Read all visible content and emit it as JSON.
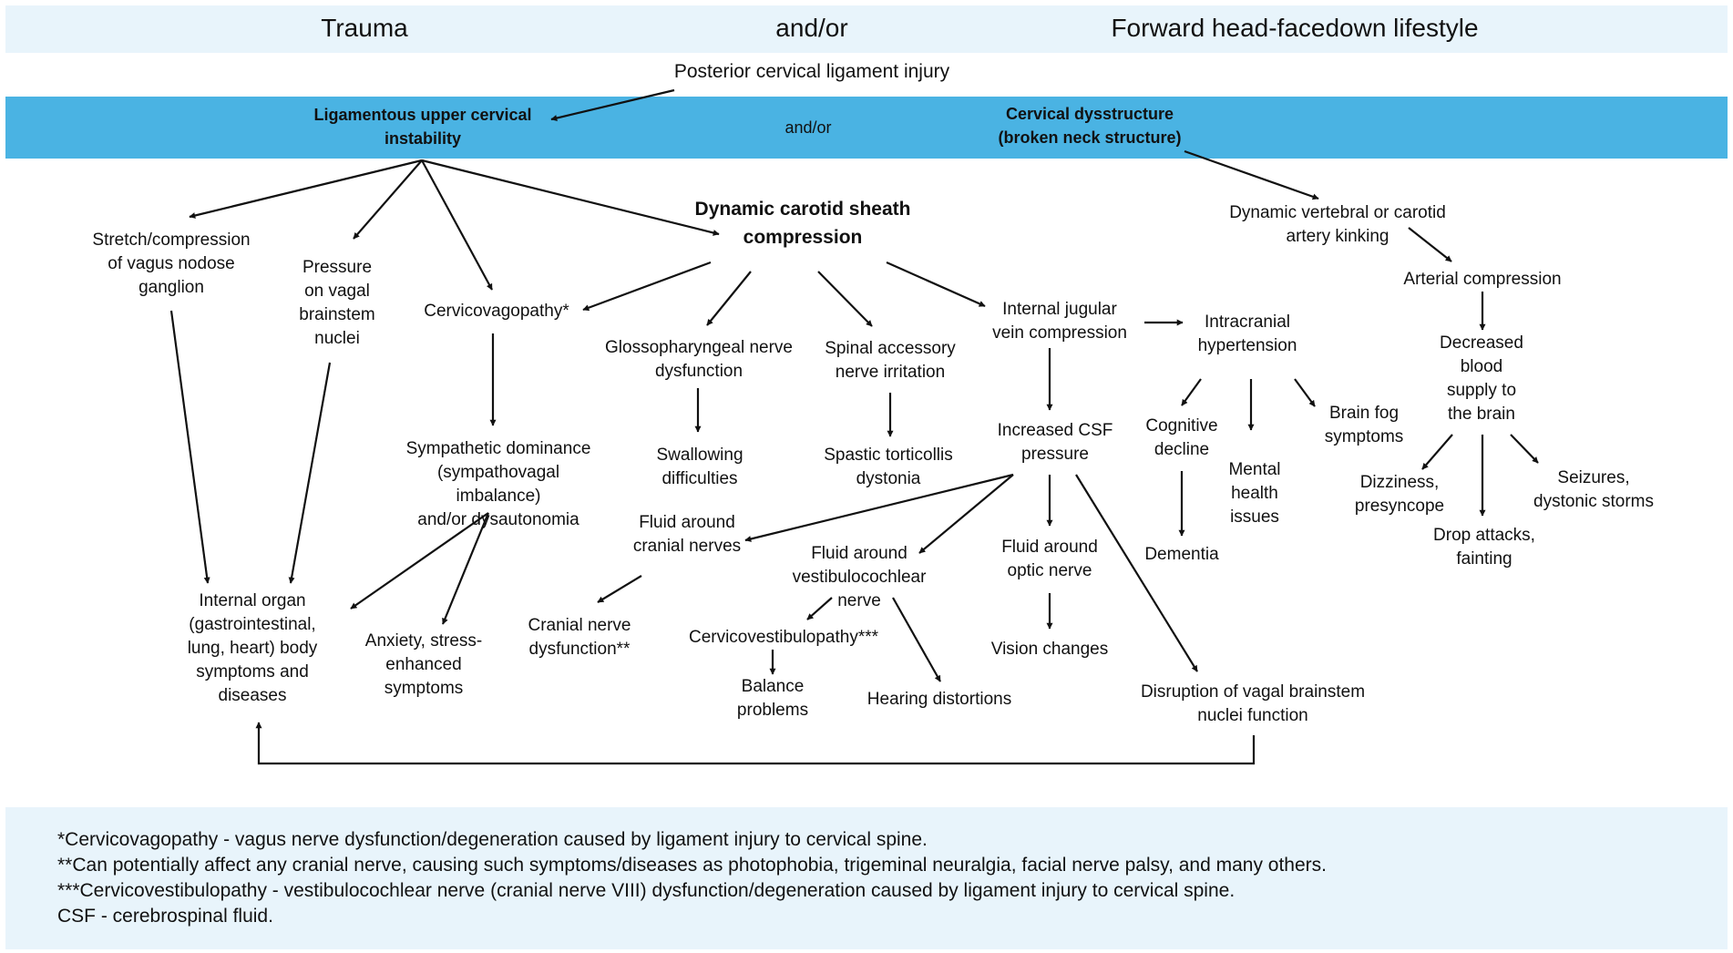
{
  "header": {
    "left": "Trauma",
    "middle": "and/or",
    "right": "Forward head-facedown lifestyle"
  },
  "nodes": {
    "posterior_injury": [
      "Posterior cervical ligament injury"
    ],
    "ligamentous_instability": [
      "Ligamentous upper cervical",
      "instability"
    ],
    "blue_and_or": [
      "and/or"
    ],
    "cervical_dysstructure": [
      "Cervical dysstructure",
      "(broken neck structure)"
    ],
    "dynamic_carotid": [
      "Dynamic carotid sheath",
      "compression"
    ],
    "dynamic_vertebral": [
      "Dynamic vertebral or carotid",
      "artery kinking"
    ],
    "arterial_compression": [
      "Arterial compression"
    ],
    "stretch_vagus": [
      "Stretch/compression",
      "of vagus nodose",
      "ganglion"
    ],
    "pressure_vagal": [
      "Pressure",
      "on vagal",
      "brainstem",
      "nuclei"
    ],
    "cervicovagopathy": [
      "Cervicovagopathy*"
    ],
    "glossopharyngeal": [
      "Glossopharyngeal nerve",
      "dysfunction"
    ],
    "spinal_accessory": [
      "Spinal accessory",
      "nerve irritation"
    ],
    "internal_jugular": [
      "Internal jugular",
      "vein compression"
    ],
    "intracranial": [
      "Intracranial",
      "hypertension"
    ],
    "decreased_blood": [
      "Decreased",
      "blood",
      "supply to",
      "the brain"
    ],
    "sympathetic": [
      "Sympathetic dominance",
      "(sympathovagal",
      "imbalance)",
      "and/or dysautonomia"
    ],
    "swallowing": [
      "Swallowing",
      "difficulties"
    ],
    "spastic": [
      "Spastic torticollis",
      "dystonia"
    ],
    "increased_csf": [
      "Increased CSF",
      "pressure"
    ],
    "cognitive": [
      "Cognitive",
      "decline"
    ],
    "mental_health": [
      "Mental",
      "health",
      "issues"
    ],
    "brain_fog": [
      "Brain fog",
      "symptoms"
    ],
    "dizziness": [
      "Dizziness,",
      "presyncope"
    ],
    "seizures": [
      "Seizures,",
      "dystonic storms"
    ],
    "drop_attacks": [
      "Drop attacks,",
      "fainting"
    ],
    "fluid_cranial": [
      "Fluid around",
      "cranial nerves"
    ],
    "fluid_vestibulo": [
      "Fluid around",
      "vestibulocochlear",
      "nerve"
    ],
    "fluid_optic": [
      "Fluid around",
      "optic nerve"
    ],
    "dementia": [
      "Dementia"
    ],
    "internal_organ": [
      "Internal organ",
      "(gastrointestinal,",
      "lung, heart) body",
      "symptoms and",
      "diseases"
    ],
    "anxiety": [
      "Anxiety, stress-",
      "enhanced",
      "symptoms"
    ],
    "cranial_dysfunction": [
      "Cranial nerve",
      "dysfunction**"
    ],
    "cervicovestibulopathy": [
      "Cervicovestibulopathy***"
    ],
    "balance": [
      "Balance",
      "problems"
    ],
    "hearing": [
      "Hearing distortions"
    ],
    "vision": [
      "Vision changes"
    ],
    "disruption_vagal": [
      "Disruption of vagal brainstem",
      "nuclei function"
    ]
  },
  "footnotes": [
    "*Cervicovagopathy - vagus nerve dysfunction/degeneration caused by ligament injury to cervical spine.",
    "**Can potentially affect any cranial nerve, causing such symptoms/diseases as photophobia, trigeminal neuralgia, facial nerve palsy, and many others.",
    "***Cervicovestibulopathy - vestibulocochlear nerve (cranial nerve VIII) dysfunction/degeneration caused by ligament injury to cervical spine.",
    "CSF - cerebrospinal fluid."
  ],
  "colors": {
    "header_band": "#e8f4fb",
    "blue_band": "#4ab3e3",
    "footnote_band": "#e8f4fb",
    "arrow": "#111111"
  }
}
